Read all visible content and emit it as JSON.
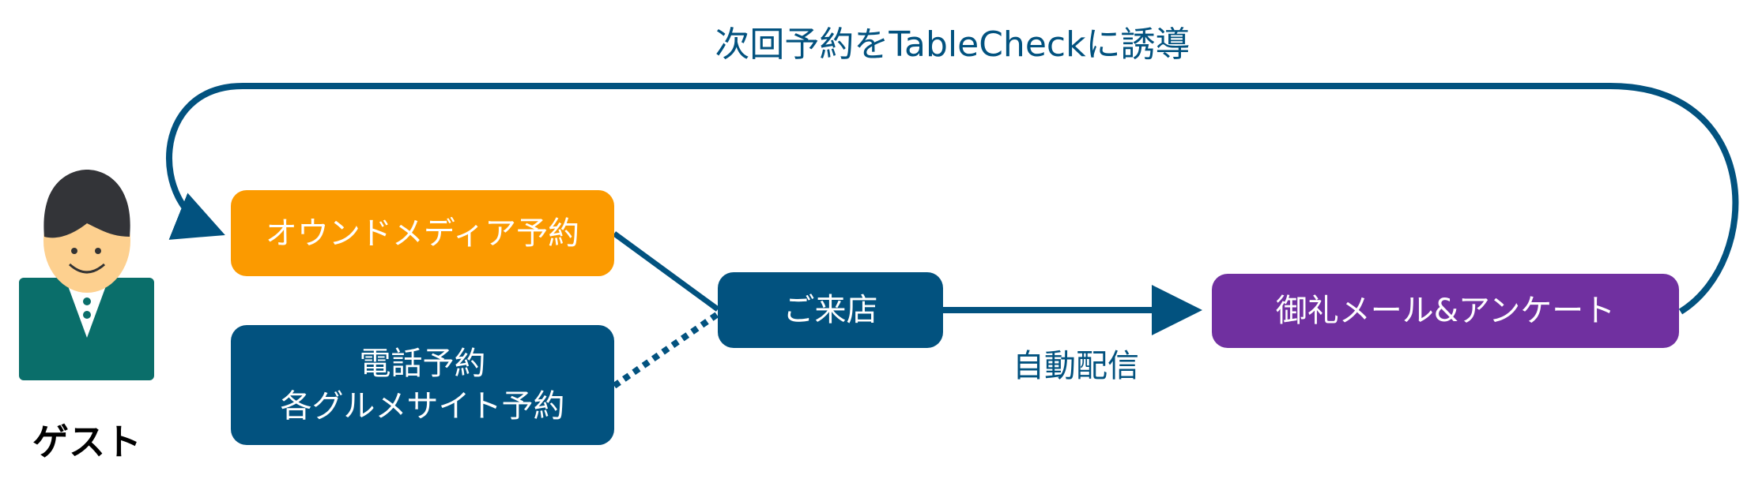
{
  "title": "次回予約をTableCheckに誘導",
  "guest_label": "ゲスト",
  "nodes": {
    "owned_media": "オウンドメディア予約",
    "phone_line1": "電話予約",
    "phone_line2": "各グルメサイト予約",
    "visit": "ご来店",
    "thanks": "御礼メール&アンケート"
  },
  "edge_label": "自動配信",
  "colors": {
    "navy": "#02527f",
    "orange": "#fb9a00",
    "purple": "#7030a0",
    "teal": "#0a6e6a"
  }
}
